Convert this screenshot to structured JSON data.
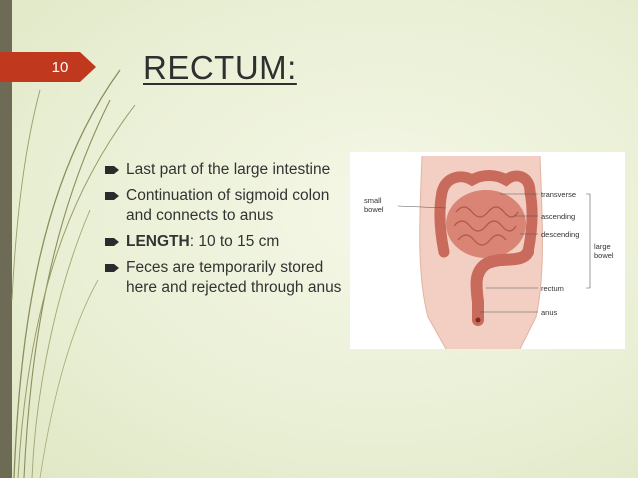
{
  "slide": {
    "number": "10",
    "title": "RECTUM:"
  },
  "bullets": [
    {
      "text": "Last part of the large intestine"
    },
    {
      "text": "Continuation of sigmoid colon and connects to anus"
    },
    {
      "bold": "LENGTH",
      "text": ": 10 to 15 cm"
    },
    {
      "text": "Feces are temporarily stored here and rejected through anus"
    }
  ],
  "figure": {
    "labels": {
      "small_bowel": "small bowel",
      "transverse": "transverse",
      "ascending": "ascending",
      "descending": "descending",
      "large_bowel": "large bowel",
      "rectum": "rectum",
      "anus": "anus"
    }
  },
  "colors": {
    "accent": "#c0391f",
    "bar": "#6d6a55",
    "stem": "#8a8a5a"
  }
}
